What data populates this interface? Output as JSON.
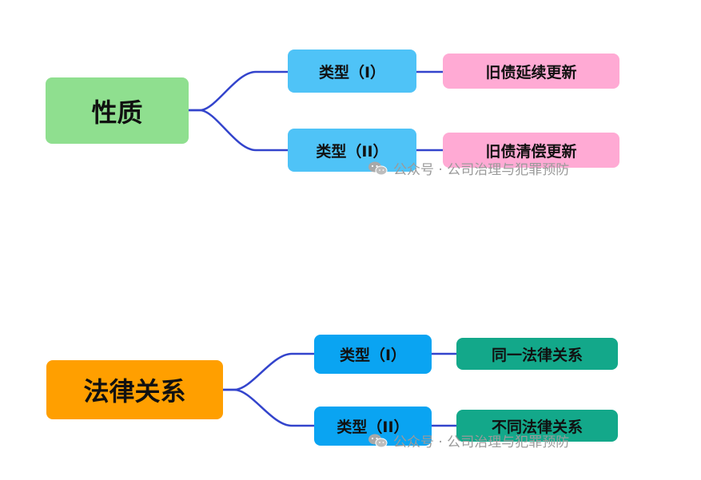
{
  "diagrams": [
    {
      "root": "性质",
      "root_color": "#8fdf8f",
      "branches": [
        {
          "type": "类型（I）",
          "result": "旧债延续更新"
        },
        {
          "type": "类型（II）",
          "result": "旧债清偿更新"
        }
      ],
      "type_color": "#4fc3f7",
      "result_color": "#ffaad4"
    },
    {
      "root": "法律关系",
      "root_color": "#ff9f00",
      "branches": [
        {
          "type": "类型（I）",
          "result": "同一法律关系"
        },
        {
          "type": "类型（II）",
          "result": "不同法律关系"
        }
      ],
      "type_color": "#0aa4f2",
      "result_color": "#13a88a"
    }
  ],
  "line_color": "#3344cc",
  "watermark": "公众号 · 公司治理与犯罪预防"
}
